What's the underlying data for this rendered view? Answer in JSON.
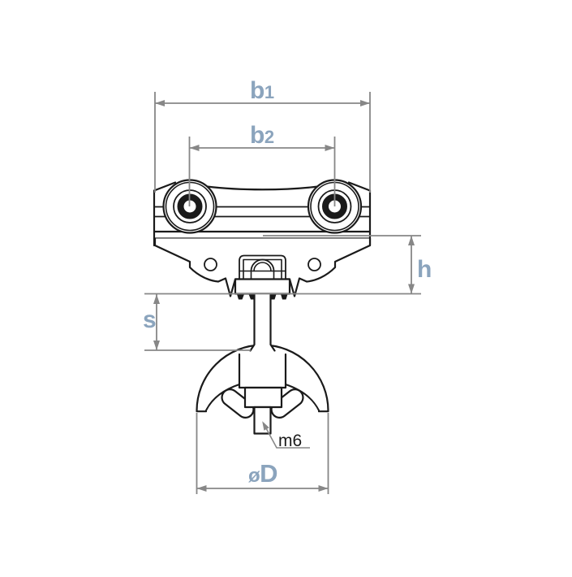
{
  "labels": {
    "b1": {
      "main": "b",
      "sub": "1"
    },
    "b2": {
      "main": "b",
      "sub": "2"
    },
    "h": "h",
    "s": "s",
    "thread": "m6",
    "diameter": {
      "prefix": "ø",
      "main": "D"
    }
  },
  "colors": {
    "background": "#ffffff",
    "drawing_line": "#1a1a1a",
    "dimension_line": "#878787",
    "dimension_label": "#8ba4bd",
    "thread_label": "#1a1a1a"
  }
}
